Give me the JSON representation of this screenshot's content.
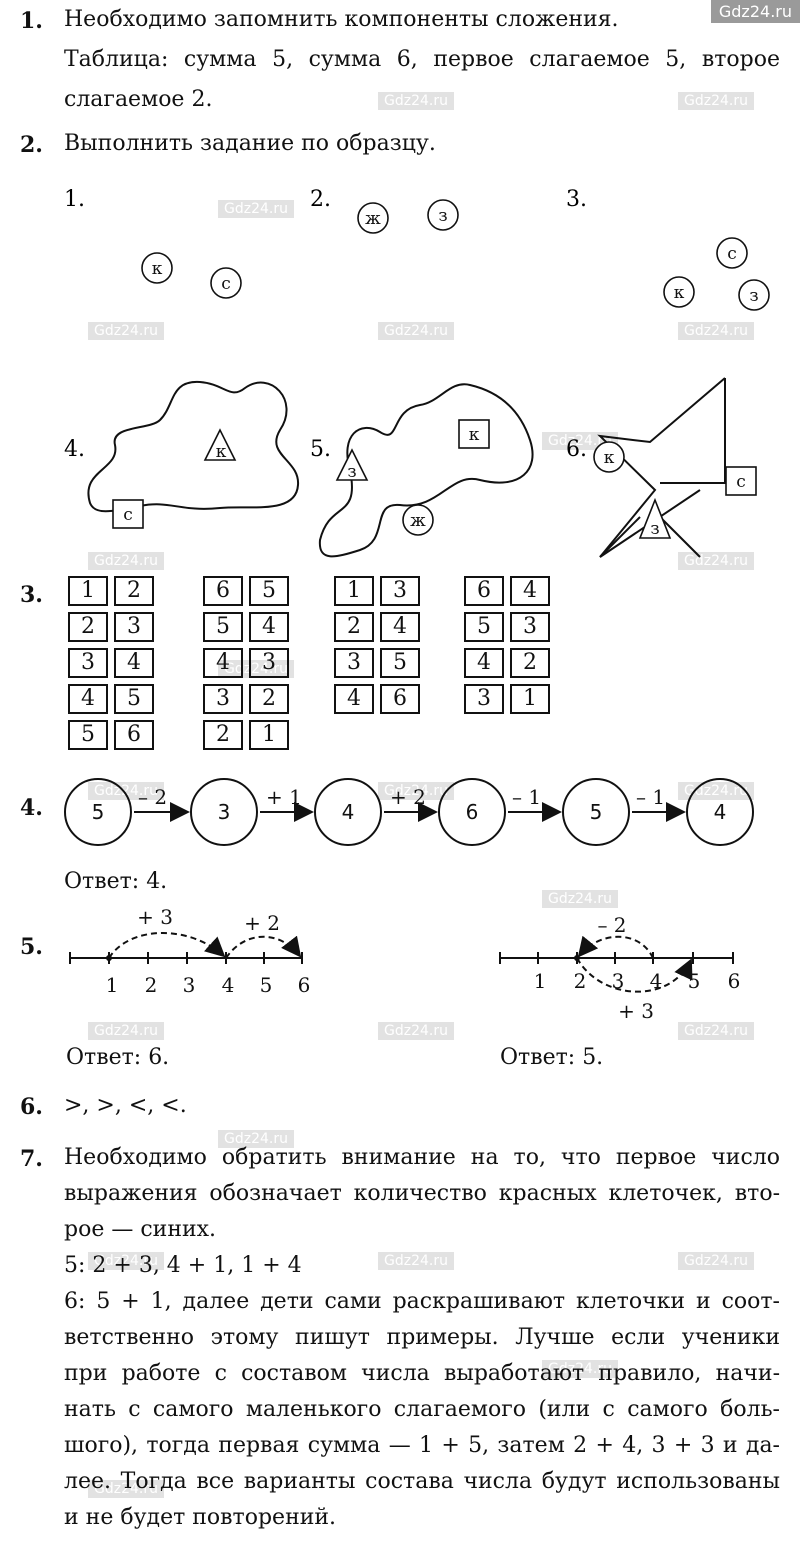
{
  "watermark": "Gdz24.ru",
  "task1": {
    "num": "1.",
    "line1": "Необходимо запомнить компоненты сложения.",
    "line2": "Таблица: сумма 5, сумма 6, первое слагаемое 5, второе",
    "line3": "слагаемое 2."
  },
  "task2": {
    "num": "2.",
    "text": "Выполнить задание по образцу.",
    "figures": [
      {
        "label": "1.",
        "marks": [
          "к",
          "с"
        ]
      },
      {
        "label": "2.",
        "marks": [
          "ж",
          "з"
        ]
      },
      {
        "label": "3.",
        "marks": [
          "с",
          "к",
          "з"
        ]
      },
      {
        "label": "4.",
        "marks": [
          "к",
          "с"
        ]
      },
      {
        "label": "5.",
        "marks": [
          "з",
          "к",
          "ж"
        ]
      },
      {
        "label": "6.",
        "marks": [
          "к",
          "с",
          "з"
        ]
      }
    ]
  },
  "task3": {
    "num": "3.",
    "tables": [
      [
        [
          "1",
          "2"
        ],
        [
          "2",
          "3"
        ],
        [
          "3",
          "4"
        ],
        [
          "4",
          "5"
        ],
        [
          "5",
          "6"
        ]
      ],
      [
        [
          "6",
          "5"
        ],
        [
          "5",
          "4"
        ],
        [
          "4",
          "3"
        ],
        [
          "3",
          "2"
        ],
        [
          "2",
          "1"
        ]
      ],
      [
        [
          "1",
          "3"
        ],
        [
          "2",
          "4"
        ],
        [
          "3",
          "5"
        ],
        [
          "4",
          "6"
        ]
      ],
      [
        [
          "6",
          "4"
        ],
        [
          "5",
          "3"
        ],
        [
          "4",
          "2"
        ],
        [
          "3",
          "1"
        ]
      ]
    ]
  },
  "task4": {
    "num": "4.",
    "circles": [
      "5",
      "3",
      "4",
      "6",
      "5",
      "4"
    ],
    "ops": [
      "– 2",
      "+ 1",
      "+ 2",
      "– 1",
      "– 1"
    ],
    "answer": "Ответ: 4."
  },
  "task5": {
    "num": "5.",
    "left": {
      "ticks": [
        "1",
        "2",
        "3",
        "4",
        "5",
        "6"
      ],
      "arc1": "+ 3",
      "arc2": "+ 2",
      "answer": "Ответ: 6."
    },
    "right": {
      "ticks": [
        "1",
        "2",
        "3",
        "4",
        "5",
        "6"
      ],
      "arc1": "– 2",
      "arc2": "+ 3",
      "answer": "Ответ: 5."
    }
  },
  "task6": {
    "num": "6.",
    "text": ">, >, <, <."
  },
  "task7": {
    "num": "7.",
    "lines": [
      "Необходимо обратить внимание на то, что первое число",
      "выражения обозначает количество красных клеточек, вто-",
      "рое — синих.",
      "5: 2 + 3, 4 + 1, 1 + 4",
      "6: 5 + 1, далее дети сами раскрашивают клеточки и соот-",
      "ветственно этому пишут примеры. Лучше если ученики",
      "при работе с составом числа выработают правило, начи-",
      "нать с самого маленького слагаемого (или с самого боль-",
      "шого), тогда первая сумма — 1 + 5, затем 2 + 4, 3 + 3 и да-",
      "лее. Тогда все варианты состава числа будут использованы",
      "и не будет повторений."
    ]
  }
}
